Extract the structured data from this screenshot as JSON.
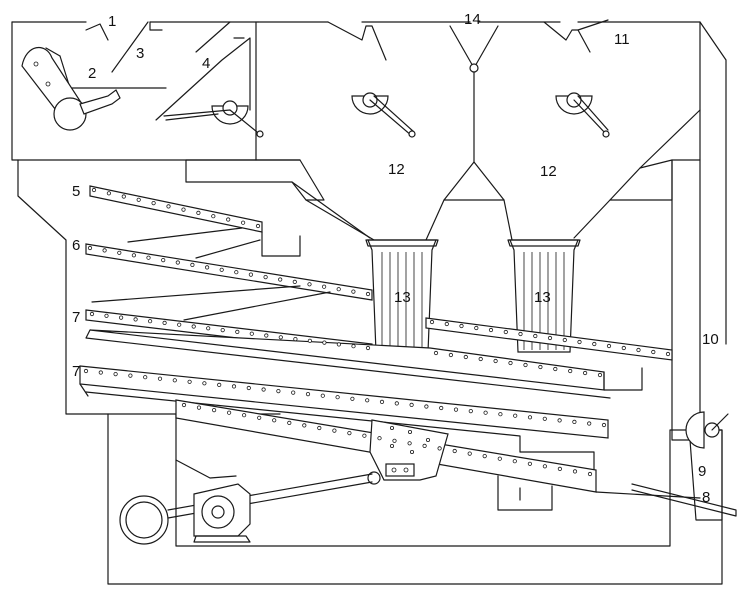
{
  "labels": {
    "l1": "1",
    "l2": "2",
    "l3": "3",
    "l4": "4",
    "l5": "5",
    "l6": "6",
    "l7a": "7",
    "l7b": "7",
    "l8": "8",
    "l9": "9",
    "l10": "10",
    "l11": "11",
    "l12a": "12",
    "l12b": "12",
    "l13a": "13",
    "l13b": "13",
    "l14": "14"
  },
  "colors": {
    "line": "#1a1a1a",
    "insulation_dots": "#c41e1e",
    "background": "#ffffff"
  }
}
